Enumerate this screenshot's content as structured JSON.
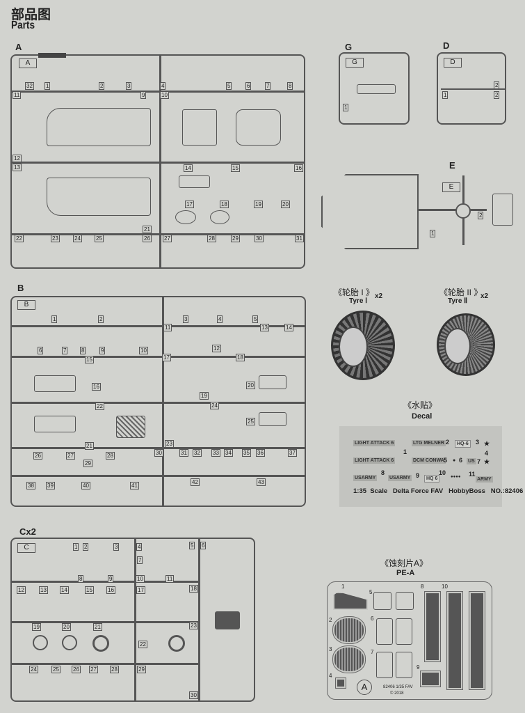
{
  "header": {
    "title_cn": "部品图",
    "title_en": "Parts"
  },
  "sections": {
    "A": "A",
    "B": "B",
    "C": "Cx2",
    "G": "G",
    "D": "D",
    "E": "E"
  },
  "sprue_tags": {
    "A": "A",
    "B": "B",
    "C": "C",
    "G": "G",
    "D": "D",
    "E": "E"
  },
  "sprue_A": {
    "parts": [
      "32",
      "1",
      "2",
      "3",
      "4",
      "5",
      "6",
      "7",
      "8",
      "9",
      "10",
      "11",
      "12",
      "13",
      "14",
      "15",
      "16",
      "17",
      "18",
      "19",
      "20",
      "21",
      "22",
      "23",
      "24",
      "25",
      "26",
      "27",
      "28",
      "29",
      "30",
      "31"
    ]
  },
  "sprue_B": {
    "parts": [
      "1",
      "2",
      "3",
      "4",
      "5",
      "11",
      "13",
      "14",
      "6",
      "7",
      "8",
      "9",
      "10",
      "12",
      "15",
      "16",
      "17",
      "18",
      "19",
      "20",
      "22",
      "24",
      "25",
      "21",
      "23",
      "26",
      "27",
      "28",
      "29",
      "30",
      "31",
      "32",
      "33",
      "34",
      "35",
      "36",
      "37",
      "38",
      "39",
      "40",
      "41",
      "42",
      "43"
    ]
  },
  "sprue_C": {
    "parts": [
      "1",
      "2",
      "3",
      "4",
      "5",
      "6",
      "7",
      "8",
      "9",
      "10",
      "11",
      "12",
      "13",
      "14",
      "15",
      "16",
      "17",
      "18",
      "19",
      "20",
      "21",
      "22",
      "23",
      "24",
      "25",
      "26",
      "27",
      "28",
      "29",
      "30"
    ]
  },
  "sprue_G": {
    "parts": [
      "1"
    ]
  },
  "sprue_D": {
    "parts": [
      "1",
      "2",
      "2"
    ]
  },
  "sprue_E": {
    "parts": [
      "1",
      "2"
    ]
  },
  "tyres": [
    {
      "title_cn": "《轮胎 I 》",
      "title_en": "Tyre Ⅰ",
      "qty": "x2"
    },
    {
      "title_cn": "《轮胎 II 》",
      "title_en": "Tyre Ⅱ",
      "qty": "x2"
    }
  ],
  "decal": {
    "title_cn": "《水贴》",
    "title_en": "Decal",
    "items": [
      "LIGHT ATTACK 6",
      "LTG MELNER",
      "HQ-6",
      "★",
      "LIGHT ATTACK 6",
      "DCM CONWA",
      "●",
      "US",
      "★",
      "USARMY",
      "USARMY",
      "HQ 6",
      "●●●●",
      "ARMY"
    ],
    "numbers": [
      "1",
      "2",
      "3",
      "4",
      "5",
      "6",
      "7",
      "8",
      "9",
      "10",
      "11"
    ],
    "footer": "1:35  Scale   Delta Force FAV   HobbyBoss   NO.:82406"
  },
  "pe": {
    "title_cn": "《蚀刻片A》",
    "title_en": "PE-A",
    "numbers": [
      "1",
      "2",
      "3",
      "4",
      "5",
      "6",
      "7",
      "8",
      "9",
      "10"
    ],
    "fret_letter": "A",
    "fret_code": "82406  1/35 FAV",
    "copyright": "© 2018"
  }
}
